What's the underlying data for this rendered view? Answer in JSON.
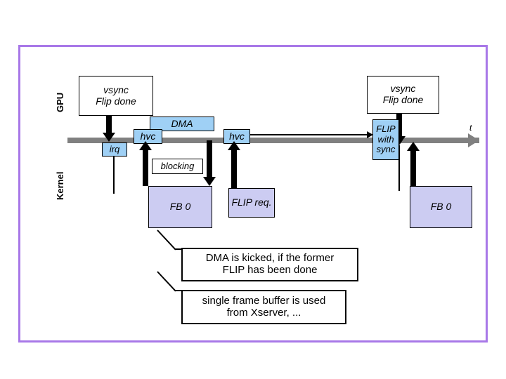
{
  "slide": {
    "frame_color": "#a878e8",
    "timeline_color": "#808080",
    "accent_blue": "#9fd0f5",
    "accent_lavender": "#ccccf2"
  },
  "lanes": {
    "top_label": "GPU",
    "bottom_label": "Kernel"
  },
  "axis": {
    "time_label": "t"
  },
  "gpu_events": [
    {
      "id": "vsync-left",
      "text": "vsync\nFlip done"
    },
    {
      "id": "vsync-right",
      "text": "vsync\nFlip done"
    }
  ],
  "timeline_boxes": {
    "irq": "irq",
    "hvc_first": "hvc",
    "hvc_second": "hvc",
    "dma": "DMA",
    "flip_with_sync": "FLIP\nwith\nsync"
  },
  "kernel_boxes": {
    "blocking": "blocking",
    "fb_left": "FB 0",
    "flip_req": "FLIP req.",
    "fb_right": "FB 0"
  },
  "callouts": [
    {
      "id": "callout-dma",
      "text": "DMA is kicked, if the former\nFLIP has been done"
    },
    {
      "id": "callout-fb",
      "text": "single frame buffer is used\nfrom Xserver, ..."
    }
  ]
}
